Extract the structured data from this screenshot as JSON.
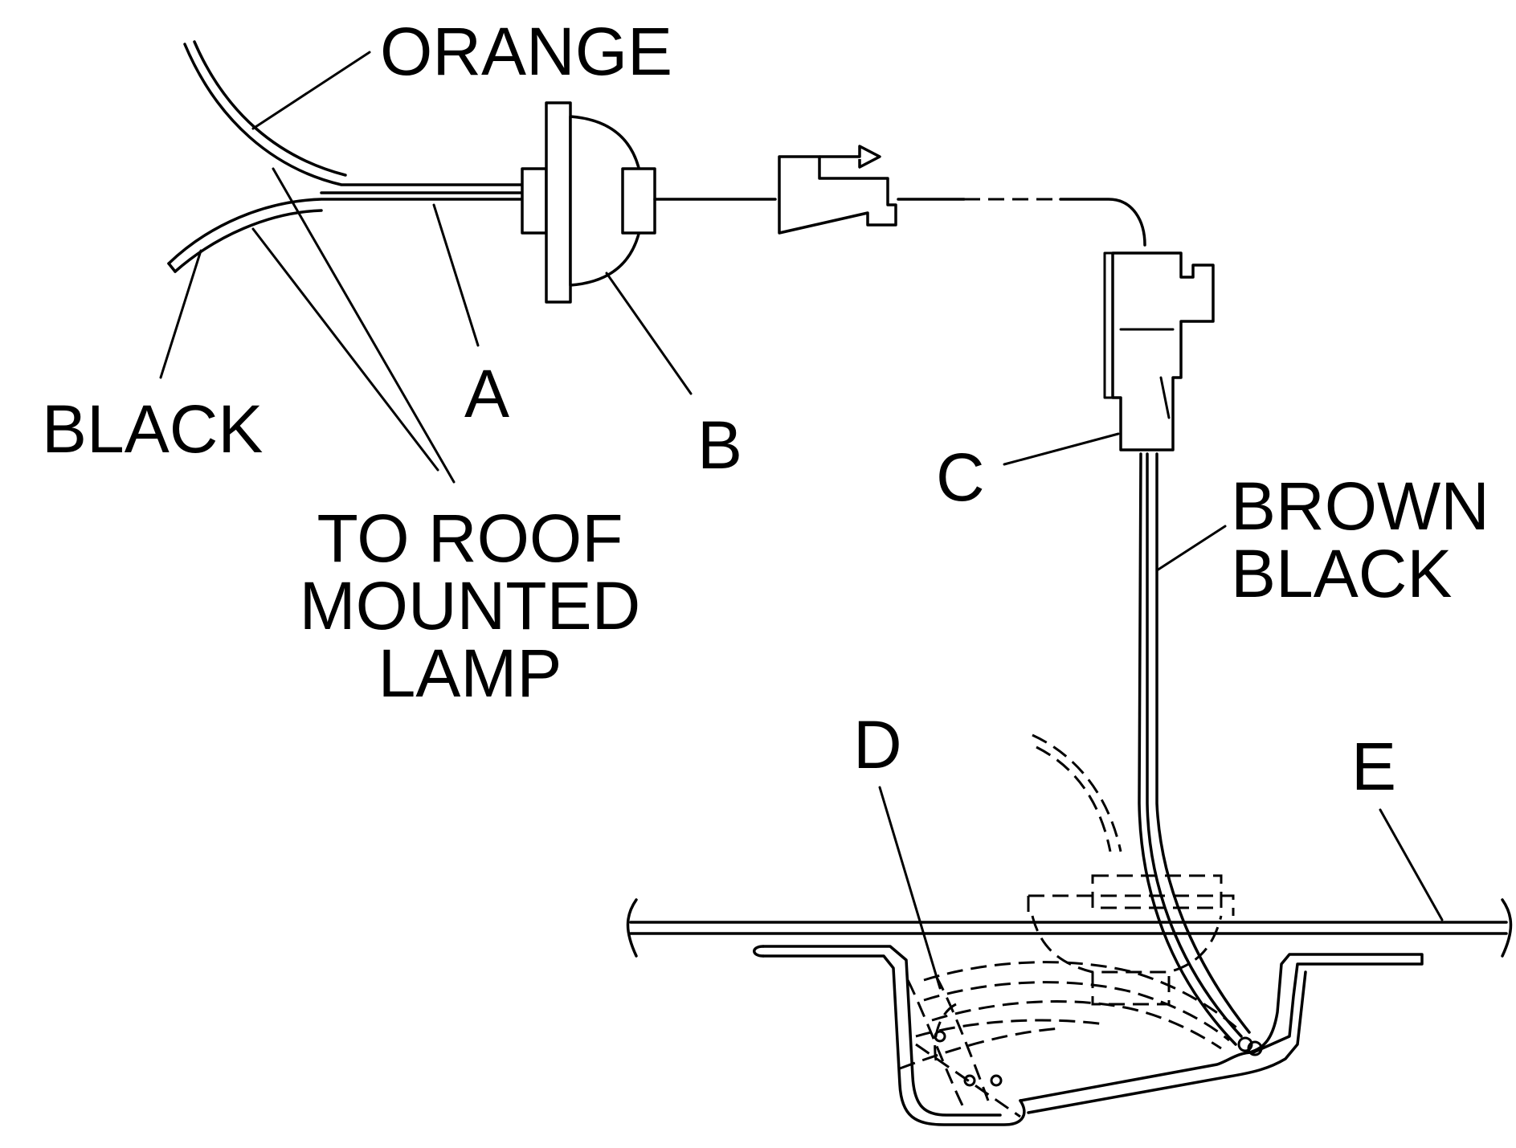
{
  "labels": {
    "orange": "ORANGE",
    "black": "BLACK",
    "a": "A",
    "b": "B",
    "c": "C",
    "d": "D",
    "e": "E",
    "roof_lamp": [
      "TO ROOF",
      "MOUNTED",
      "LAMP"
    ],
    "brown_black": [
      "BROWN",
      "BLACK"
    ]
  },
  "colors": {
    "line": "#000000",
    "background": "#ffffff"
  }
}
